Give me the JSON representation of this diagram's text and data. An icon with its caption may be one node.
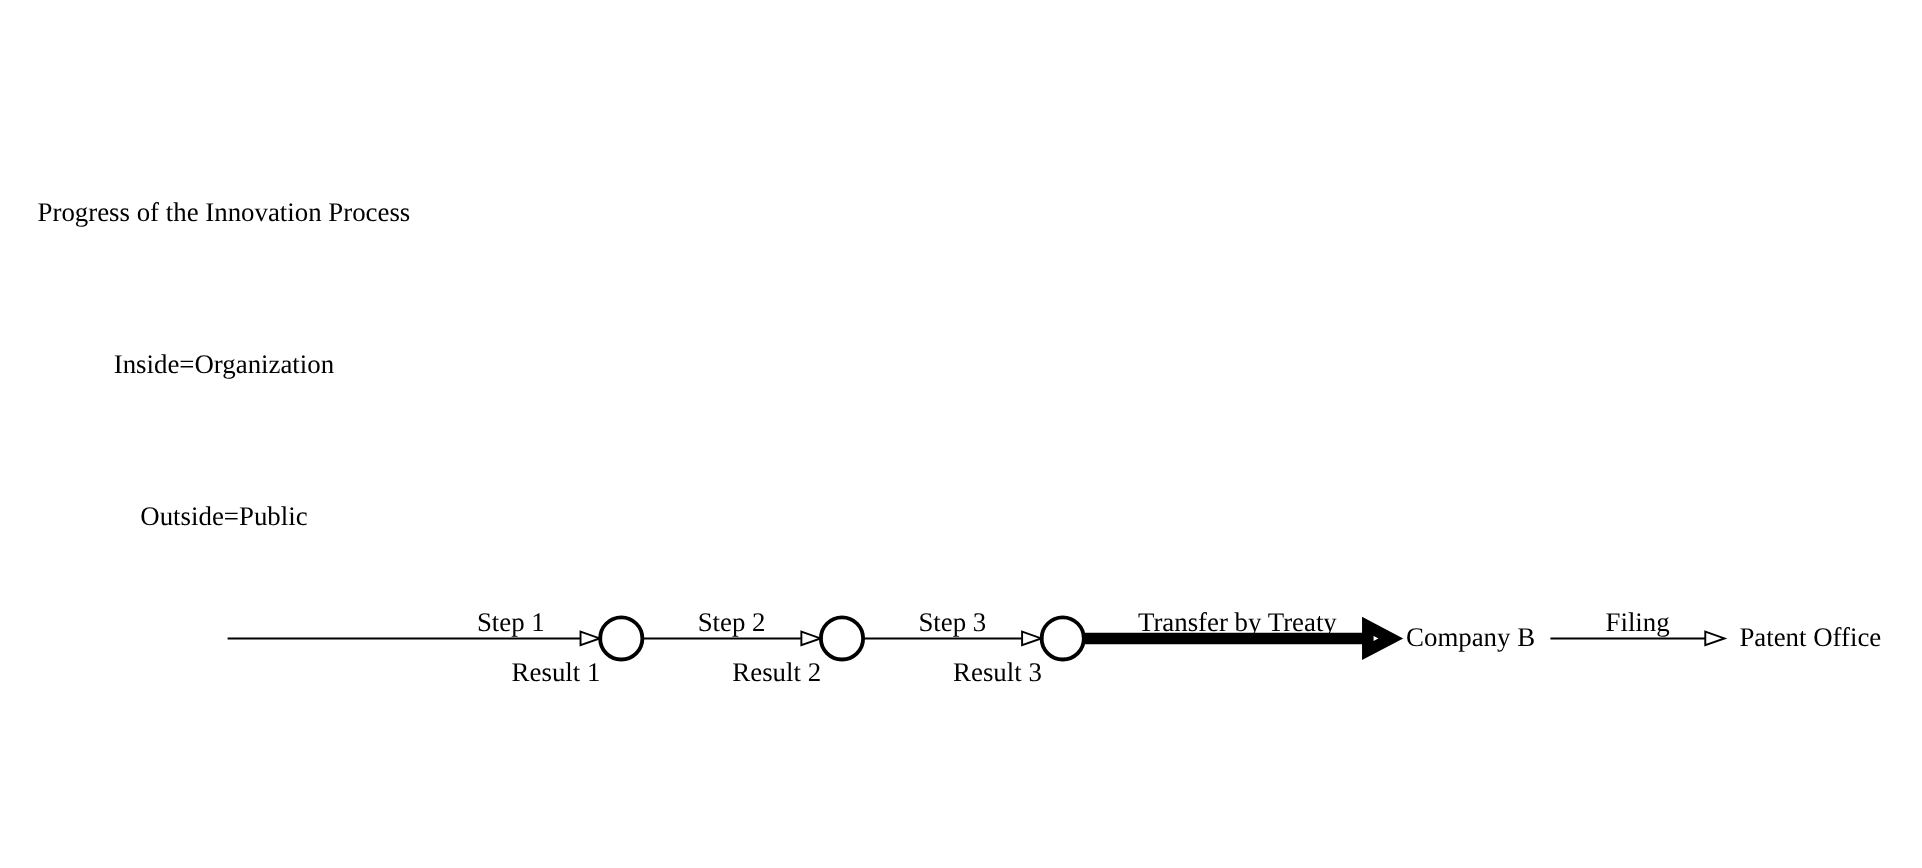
{
  "diagram": {
    "nodes": [
      {
        "text": [
          "Company B"
        ]
      },
      {
        "text": [
          "Patent Office"
        ]
      },
      {
        "text": [
          "Result 1"
        ]
      },
      {
        "text": [
          "Result 2"
        ]
      },
      {
        "text": [
          "Result 3"
        ]
      }
    ],
    "edges": [
      {
        "from": null,
        "to": 2,
        "arrow": "to",
        "label": "Step 1"
      },
      {
        "from": 2,
        "to": 3,
        "arrow": "to",
        "label": "Step 2"
      },
      {
        "from": 3,
        "to": 4,
        "arrow": "to",
        "label": "Step 3"
      },
      {
        "from": 4,
        "to": 0,
        "arrow": "to",
        "label": "Transfer by Treaty",
        "style": "thick"
      },
      {
        "from": 0,
        "to": 1,
        "arrow": "to",
        "label": "Filing"
      }
    ],
    "labels": [
      "Outside=Public",
      "Inside=Organization",
      "Progress of the Innovation Process"
    ]
  }
}
